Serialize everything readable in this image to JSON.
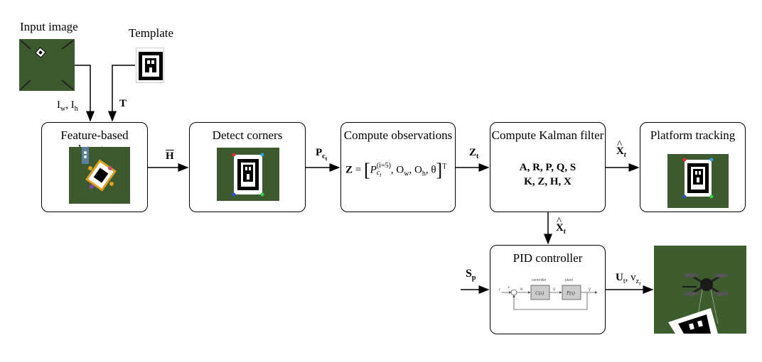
{
  "input": {
    "label": "Input image",
    "edge": "I",
    "edge_sub": "w",
    "edge2": "I",
    "edge2_sub": "h"
  },
  "template": {
    "label": "Template",
    "edge": "T"
  },
  "blocks": {
    "detector": "Feature-based detector",
    "corners": "Detect corners",
    "observations": "Compute observations",
    "kalman": "Compute Kalman filter",
    "tracking": "Platform tracking",
    "pid": "PID controller"
  },
  "edges": {
    "h_bar": "H",
    "p_ct": "P",
    "p_ct_sub": "c",
    "p_ct_subsub": "t",
    "z_t": "Z",
    "z_t_sub": "t",
    "x_hat_t": "X",
    "x_hat_t_sub": "t",
    "x_hat_t2": "X",
    "x_hat_t2_sub": "t",
    "s_p": "S",
    "s_p_sub": "p",
    "u_t": "U",
    "u_t_sub": "t",
    "v_z": "v",
    "v_z_sub": "z",
    "v_z_subsub": "t"
  },
  "observation_formula": {
    "lhs": "Z",
    "eq": "=",
    "p": "P",
    "p_sup": "(i=5)",
    "p_sub": "c",
    "p_subsub": "t",
    "terms": ", O",
    "ow_sub": "w",
    "oh": ", O",
    "oh_sub": "h",
    "theta": ", θ",
    "transpose": "T"
  },
  "kalman_matrices": {
    "line1": "A, R, P, Q, S",
    "line2": "K, Z, H, X"
  },
  "pid_diagram": {
    "controller": "controller",
    "plant": "plant",
    "c_block": "C(s)",
    "p_block": "P(s)",
    "r": "r",
    "e": "e",
    "u": "u",
    "y": "y",
    "plus": "+",
    "minus": "−"
  },
  "colors": {
    "grass": "#3c5a2e",
    "box_border": "#000000"
  }
}
